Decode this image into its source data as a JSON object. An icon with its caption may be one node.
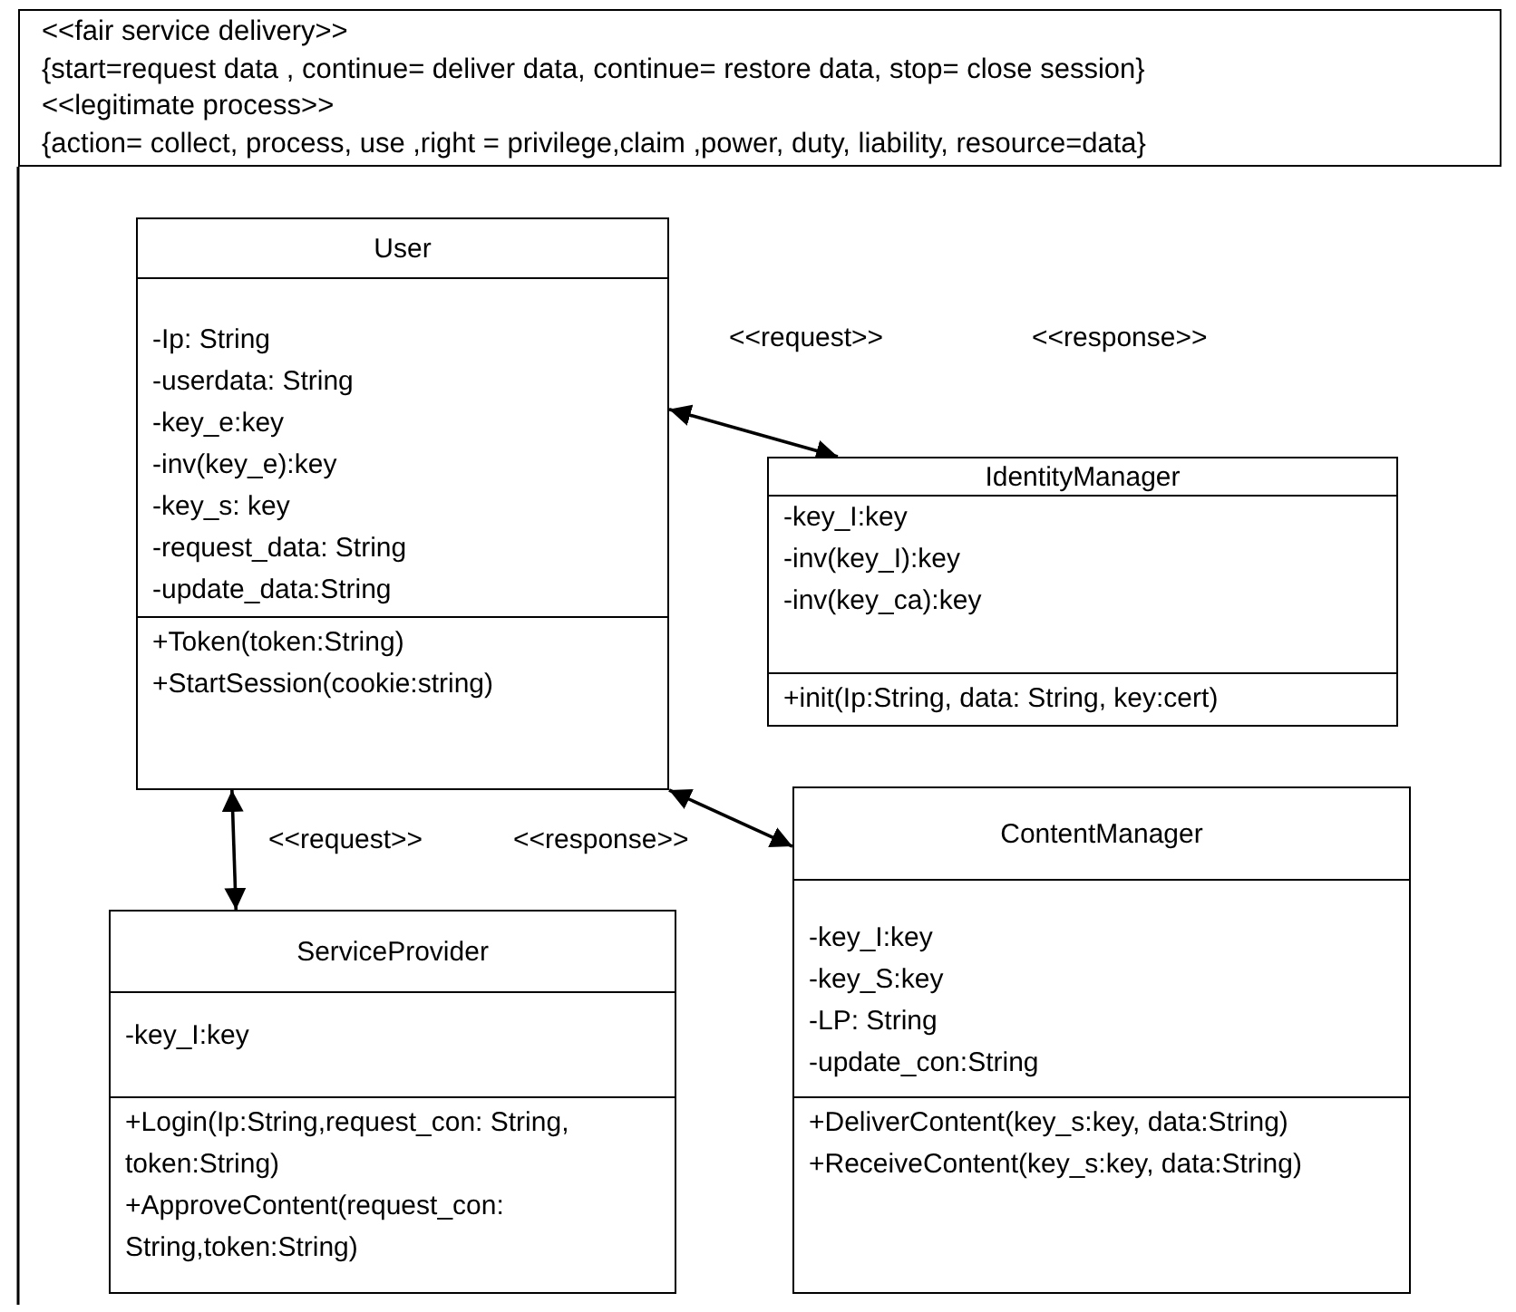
{
  "diagram": {
    "nodes": [
      {
        "text": [
          "<<fair service delivery>>",
          "{start=request data ,  continue= deliver data, continue= restore data, stop= close session}",
          "<<legitimate process>>",
          "{action= collect, process, use ,right = privilege,claim ,power, duty, liability, resource=data}"
        ]
      },
      {
        "text": [
          "User",
          "-Ip: String",
          "-userdata: String",
          "-key_e:key",
          "-inv(key_e):key",
          "-key_s: key",
          "-request_data: String",
          "-update_data:String",
          "+Token(token:String)",
          "+StartSession(cookie:string)"
        ]
      },
      {
        "text": [
          "IdentityManager",
          "-key_I:key",
          "-inv(key_I):key",
          "-inv(key_ca):key",
          "+init(Ip:String, data: String, key:cert)"
        ]
      },
      {
        "text": [
          "ServiceProvider",
          "-key_I:key",
          "+Login(Ip:String,request_con: String, token:String)",
          "+ApproveContent(request_con: String,token:String)"
        ]
      },
      {
        "text": [
          "ContentManager",
          "-key_I:key",
          "-key_S:key",
          "-LP: String",
          "-update_con:String",
          "+DeliverContent(key_s:key, data:String)",
          "+ReceiveContent(key_s:key, data:String)"
        ]
      }
    ],
    "edges": [
      {
        "from": 1,
        "to": 2,
        "arrow": "both"
      },
      {
        "from": 1,
        "to": 3,
        "arrow": "both",
        "label": "<<request>>"
      },
      {
        "from": 1,
        "to": 4,
        "arrow": "both",
        "label": "<<response>>"
      }
    ],
    "labels": [
      "<<request>>",
      "<<response>>"
    ]
  }
}
